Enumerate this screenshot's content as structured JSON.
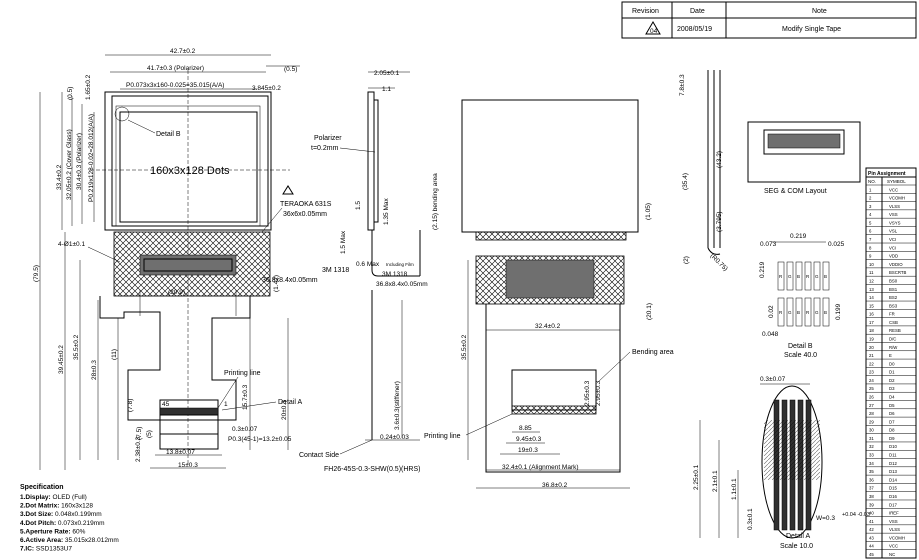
{
  "revision_table": {
    "headers": [
      "Revision",
      "Date",
      "Note"
    ],
    "rows": [
      {
        "rev": "04",
        "date": "2008/05/19",
        "note": "Modify Single Tape"
      }
    ]
  },
  "front_view": {
    "d_width_outer": "42.7±0.2",
    "d_polarizer": "41.7±0.3 (Polarizer)",
    "d_pitch": "P0.073x3x160-0.025=35.015(A/A)",
    "d_05_top": "(0.5)",
    "d_05_left": "(0.5)",
    "d_165": "1.65±0.2",
    "d_3845": "3.845±0.2",
    "d_glass": "33.4±0.2",
    "d_glass_label": "32.05±0.2 (Cover Glass)",
    "d_polar_v": "30.4±0.3 (Polarizer)",
    "d_pitch_v": "P0.219x128-0.02=28.012(A/A)",
    "d_4_phi": "4-Ø1±0.1",
    "d_795": "(79.5)",
    "d_3945": "39.45±0.2",
    "d_355": "35.5±0.2",
    "d_28": "28±0.3",
    "d_11": "(11)",
    "d_78": "(7.8)",
    "d_75": "(7.5)",
    "d_5": "(5)",
    "d_238": "2.38±0.3",
    "d_20": "20±0.3",
    "d_157": "15.7±0.3",
    "d_142": "(1.42)",
    "d_209": "(20.9)",
    "d_203": "0.3±0.07",
    "d_pin_pitch": "P0.3(45-1)=13.2±0.05",
    "d_138": "13.8±0.07",
    "d_15": "15±0.3",
    "d_45": "45",
    "d_1": "1",
    "detail_b": "Detail B",
    "dots": "160x3x128 Dots",
    "teraoka": "TERAOKA 631S",
    "teraoka_size": "36x6x0.05mm",
    "tape_3m": "3M 1318",
    "tape_3m_size": "36.8x8.4x0.05mm",
    "printing_line": "Printing line",
    "detail_a": "Detail A"
  },
  "side_view": {
    "d_205": "2.05±0.1",
    "d_11": "1.1",
    "polarizer": "Polarizer",
    "polarizer_t": "t=0.2mm",
    "d_15max": "1.5 Max",
    "d_06max": "0.6 Max",
    "d_06max_note": "Including Film",
    "d_135max": "1.35 Max",
    "d_15": "1.5",
    "d_215": "(2.15) bending area",
    "tape_3m": "3M 1318",
    "tape_3m_size": "36.8x8.4x0.05mm",
    "d_36stiff": "3.6±0.3(stiffener)",
    "d_024": "0.24±0.03",
    "contact_side": "Contact Side",
    "connector": "FH26-45S-0.3-SHW(0.5)(HRS)"
  },
  "back_view": {
    "d_105": "(1.05)",
    "d_201": "(20.1)",
    "d_324": "32.4±0.2",
    "d_355": "35.5±0.2",
    "bending_area": "Bending area",
    "d_295a": "2.95±0.3",
    "d_295b": "2.95±0.3",
    "d_885": "8.85",
    "d_945": "9.45±0.3",
    "d_19": "19±0.3",
    "printing_line": "Printing line",
    "d_align": "32.4±0.1 (Alignment Mark)",
    "d_368": "36.8±0.2"
  },
  "right_side": {
    "d_78": "7.8±0.3",
    "d_354": "(35.4)",
    "d_432": "(43.2)",
    "d_3795": "(3.795)",
    "d_2": "(2)",
    "d_r075": "(R0.75)"
  },
  "seg_layout": {
    "title": "SEG & COM Layout"
  },
  "detail_b": {
    "d_0219": "0.219",
    "d_0073": "0.073",
    "d_0025": "0.025",
    "d_0219v": "0.219",
    "d_002": "0.02",
    "d_0199": "0.199",
    "d_0048": "0.048",
    "pix_labels": [
      "R",
      "G",
      "B",
      "R",
      "G",
      "B"
    ],
    "title": "Detail B",
    "scale": "Scale 40.0"
  },
  "detail_a": {
    "d_03": "0.3±0.07",
    "d_225": "2.25±0.1",
    "d_21": "2.1±0.1",
    "d_11": "1.1±0.1",
    "d_03v": "0.3±0.1",
    "d_w": "W=0.3",
    "d_w_tol": "+0.04 -0.03",
    "title": "Detail A",
    "scale": "Scale 10.0"
  },
  "specification": {
    "title": "Specification",
    "items": [
      {
        "label": "1.Display:",
        "value": " OLED (Full)"
      },
      {
        "label": "2.Dot Matrix:",
        "value": " 160x3x128"
      },
      {
        "label": "3.Dot Size:",
        "value": " 0.048x0.199mm"
      },
      {
        "label": "4.Dot Pitch:",
        "value": " 0.073x0.219mm"
      },
      {
        "label": "5.Aperture Rate:",
        "value": " 60%"
      },
      {
        "label": "6.Active Area:",
        "value": " 35.015x28.012mm"
      },
      {
        "label": "7.IC:",
        "value": " SSD1353U7"
      }
    ]
  },
  "pin_table": {
    "title": "Pin Assignment",
    "headers": [
      "NO.",
      "SYMBOL"
    ],
    "rows": [
      [
        "1",
        "VCC"
      ],
      [
        "2",
        "VCOMH"
      ],
      [
        "3",
        "VLSS"
      ],
      [
        "4",
        "VSS"
      ],
      [
        "5",
        "VSYS"
      ],
      [
        "6",
        "VSL"
      ],
      [
        "7",
        "VCI"
      ],
      [
        "8",
        "VCI"
      ],
      [
        "9",
        "VDD"
      ],
      [
        "10",
        "VDDIO"
      ],
      [
        "11",
        "BSCRTB"
      ],
      [
        "12",
        "BS0"
      ],
      [
        "13",
        "BS1"
      ],
      [
        "14",
        "BS2"
      ],
      [
        "15",
        "BS3"
      ],
      [
        "16",
        "FR"
      ],
      [
        "17",
        "CSB"
      ],
      [
        "18",
        "RESB"
      ],
      [
        "19",
        "D/C"
      ],
      [
        "20",
        "R/W"
      ],
      [
        "21",
        "E"
      ],
      [
        "22",
        "D0"
      ],
      [
        "23",
        "D1"
      ],
      [
        "24",
        "D2"
      ],
      [
        "25",
        "D3"
      ],
      [
        "26",
        "D4"
      ],
      [
        "27",
        "D5"
      ],
      [
        "28",
        "D6"
      ],
      [
        "29",
        "D7"
      ],
      [
        "30",
        "D8"
      ],
      [
        "31",
        "D9"
      ],
      [
        "32",
        "D10"
      ],
      [
        "33",
        "D11"
      ],
      [
        "34",
        "D12"
      ],
      [
        "35",
        "D13"
      ],
      [
        "36",
        "D14"
      ],
      [
        "37",
        "D15"
      ],
      [
        "38",
        "D16"
      ],
      [
        "39",
        "D17"
      ],
      [
        "40",
        "IREF"
      ],
      [
        "41",
        "VSS"
      ],
      [
        "42",
        "VLSS"
      ],
      [
        "43",
        "VCOMH"
      ],
      [
        "44",
        "VCC"
      ],
      [
        "45",
        "NC"
      ]
    ]
  }
}
